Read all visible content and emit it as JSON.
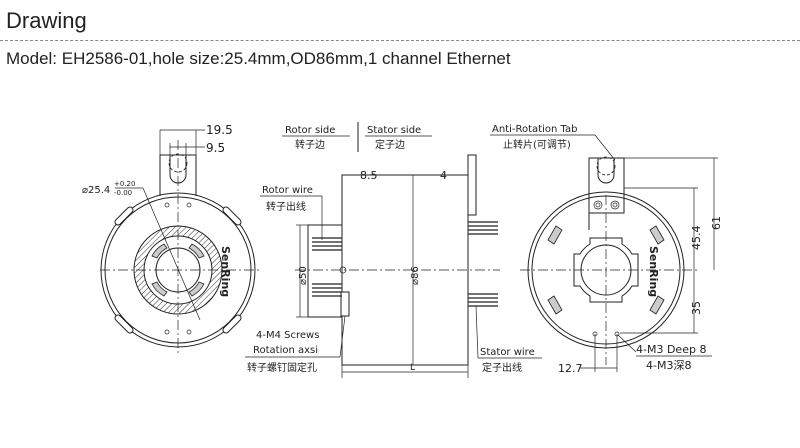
{
  "header": {
    "title": "Drawing",
    "model": "Model: EH2586-01,hole size:25.4mm,OD86mm,1 channel Ethernet"
  },
  "front_view": {
    "dim_tab_outer": "19.5",
    "dim_tab_inner": "9.5",
    "dim_hole": "⌀25.4",
    "tol_upper": "+0.20",
    "tol_lower": "-0.00",
    "brand": "SenRing"
  },
  "side_view": {
    "rotor_side": "Rotor side",
    "rotor_side_cn": "转子边",
    "stator_side": "Stator side",
    "stator_side_cn": "定子边",
    "rotor_wire": "Rotor wire",
    "rotor_wire_cn": "转子出线",
    "dim_flange": "8.5",
    "dim_tab": "4",
    "dim_d50": "⌀50",
    "dim_d86": "⌀86",
    "dim_length": "L",
    "screws": "4-M4 Screws",
    "rotation_axis": "Rotation axsi",
    "screws_cn": "转子螺钉固定孔",
    "stator_wire": "Stator wire",
    "stator_wire_cn": "定子出线"
  },
  "rear_view": {
    "anti_rotation": "Anti-Rotation Tab",
    "anti_rotation_cn": "止转片(可调节)",
    "dim_45": "45.4",
    "dim_61": "61",
    "dim_35": "35",
    "dim_127": "12.7",
    "holes": "4-M3 Deep 8",
    "holes_cn": "4-M3深8",
    "brand": "SenRing"
  }
}
